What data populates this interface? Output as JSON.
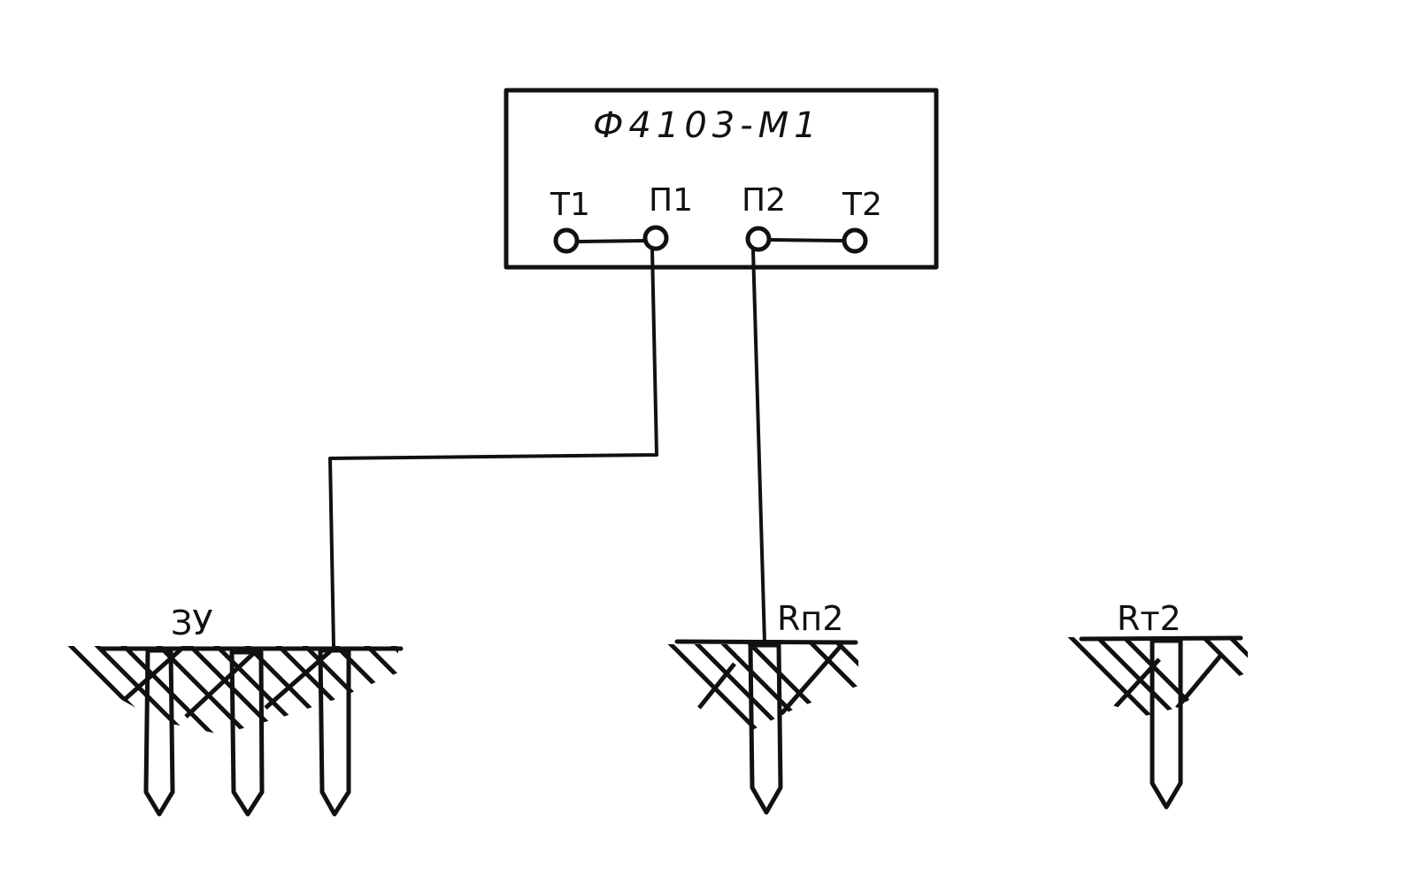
{
  "device": {
    "title": "Ф4103-М1",
    "terminals": [
      {
        "id": "T1",
        "label": "T1"
      },
      {
        "id": "P1",
        "label": "П1"
      },
      {
        "id": "P2",
        "label": "П2"
      },
      {
        "id": "T2",
        "label": "T2"
      }
    ]
  },
  "electrodes": [
    {
      "id": "zu",
      "label": "ЗУ",
      "rods": 3
    },
    {
      "id": "rp2",
      "label": "Rп2",
      "rods": 1
    },
    {
      "id": "rt2",
      "label": "Rт2",
      "rods": 1
    }
  ],
  "colors": {
    "ink": "#111111",
    "paper": "#ffffff"
  }
}
